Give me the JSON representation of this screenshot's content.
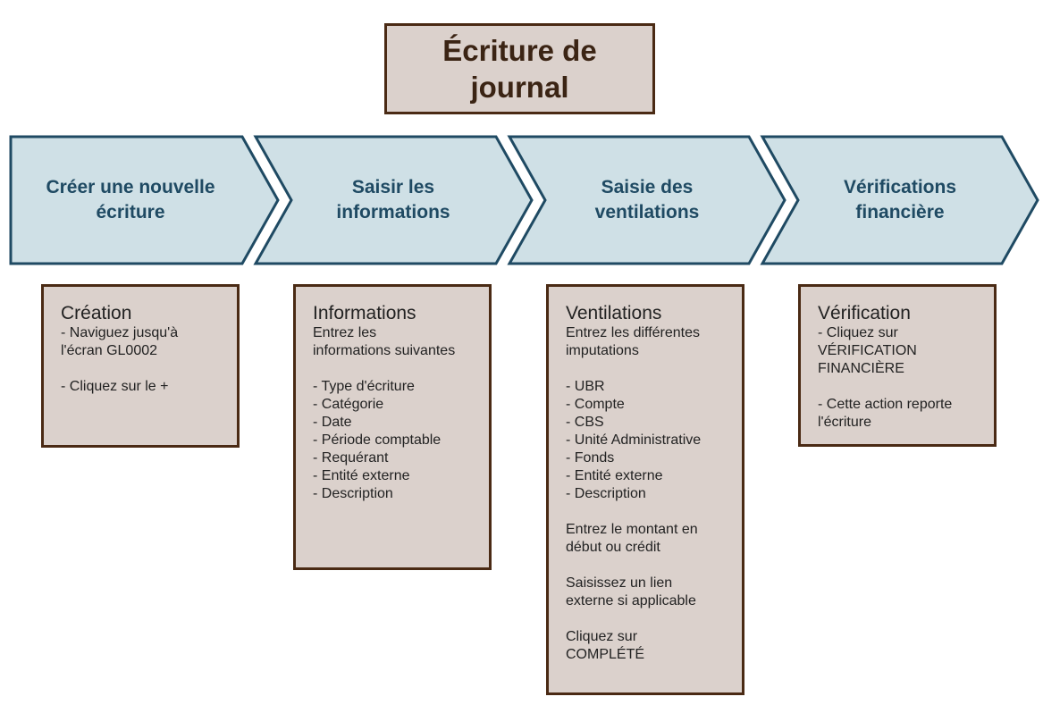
{
  "title": "Écriture de\njournal",
  "steps": [
    "Créer une nouvelle\nécriture",
    "Saisir les\ninformations",
    "Saisie des\nventilations",
    "Vérifications\nfinancière"
  ],
  "cards": [
    {
      "title": "Création",
      "lines": [
        "- Naviguez jusqu'à",
        "l'écran GL0002",
        "",
        "- Cliquez sur le +"
      ]
    },
    {
      "title": "Informations",
      "lines": [
        "Entrez les",
        "informations suivantes",
        "",
        "- Type d'écriture",
        "- Catégorie",
        "- Date",
        "- Période comptable",
        "- Requérant",
        "- Entité externe",
        "- Description"
      ]
    },
    {
      "title": "Ventilations",
      "lines": [
        "Entrez les différentes",
        "imputations",
        "",
        "- UBR",
        "- Compte",
        "- CBS",
        "- Unité Administrative",
        "- Fonds",
        "- Entité externe",
        "- Description",
        "",
        "Entrez le montant en",
        "début ou crédit",
        "",
        "Saisissez un lien",
        "externe si applicable",
        "",
        "Cliquez sur",
        "COMPLÉTÉ"
      ]
    },
    {
      "title": "Vérification",
      "lines": [
        "- Cliquez sur",
        "VÉRIFICATION",
        "FINANCIÈRE",
        "",
        "- Cette action reporte",
        "l'écriture"
      ]
    }
  ],
  "colors": {
    "chevron_fill": "#cfe0e6",
    "chevron_stroke": "#1f4a63",
    "box_fill": "#dbd1cc",
    "box_border": "#4a2a14",
    "title_text": "#3b2414",
    "step_text": "#1f4a63"
  }
}
